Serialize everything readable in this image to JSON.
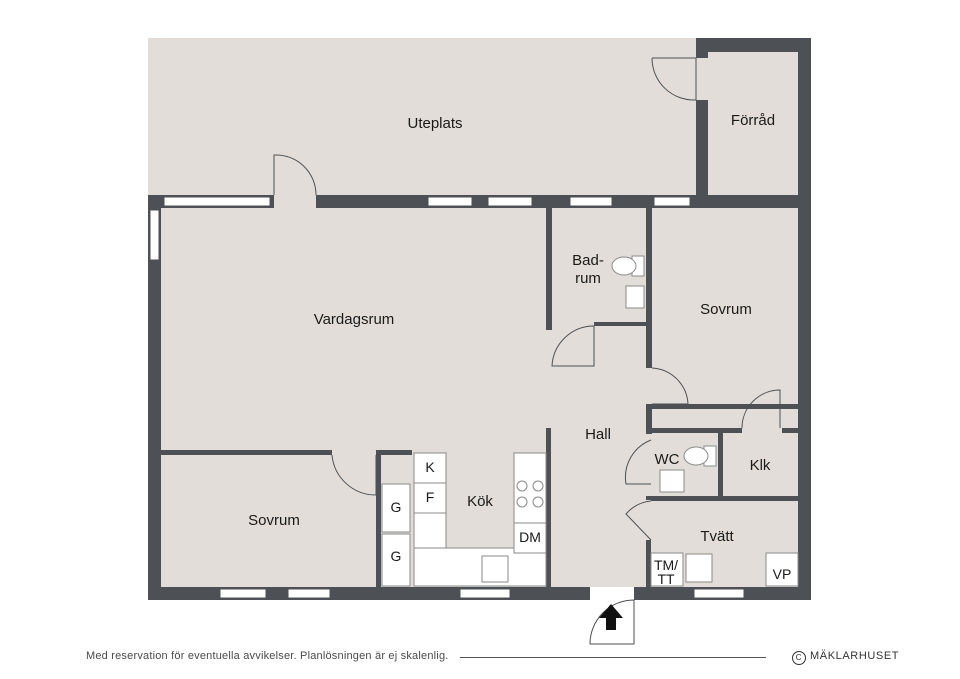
{
  "rooms": {
    "uteplats": "Uteplats",
    "forrad": "Förråd",
    "badrum_line1": "Bad-",
    "badrum_line2": "rum",
    "vardagsrum": "Vardagsrum",
    "sovrum_right": "Sovrum",
    "hall": "Hall",
    "wc": "WC",
    "klk": "Klk",
    "kok": "Kök",
    "sovrum_left": "Sovrum",
    "tvatt": "Tvätt"
  },
  "appliances": {
    "k": "K",
    "f": "F",
    "g1": "G",
    "g2": "G",
    "dm": "DM",
    "tm_line1": "TM/",
    "tm_line2": "TT",
    "vp": "VP"
  },
  "footer": {
    "disclaimer": "Med reservation för eventuella avvikelser. Planlösningen är ej skalenlig.",
    "copyright_symbol": "C",
    "brand": "MÄKLARHUSET"
  },
  "colors": {
    "wall": "#4d5156",
    "floor": "#e2ddd8",
    "window": "#ffffff"
  }
}
